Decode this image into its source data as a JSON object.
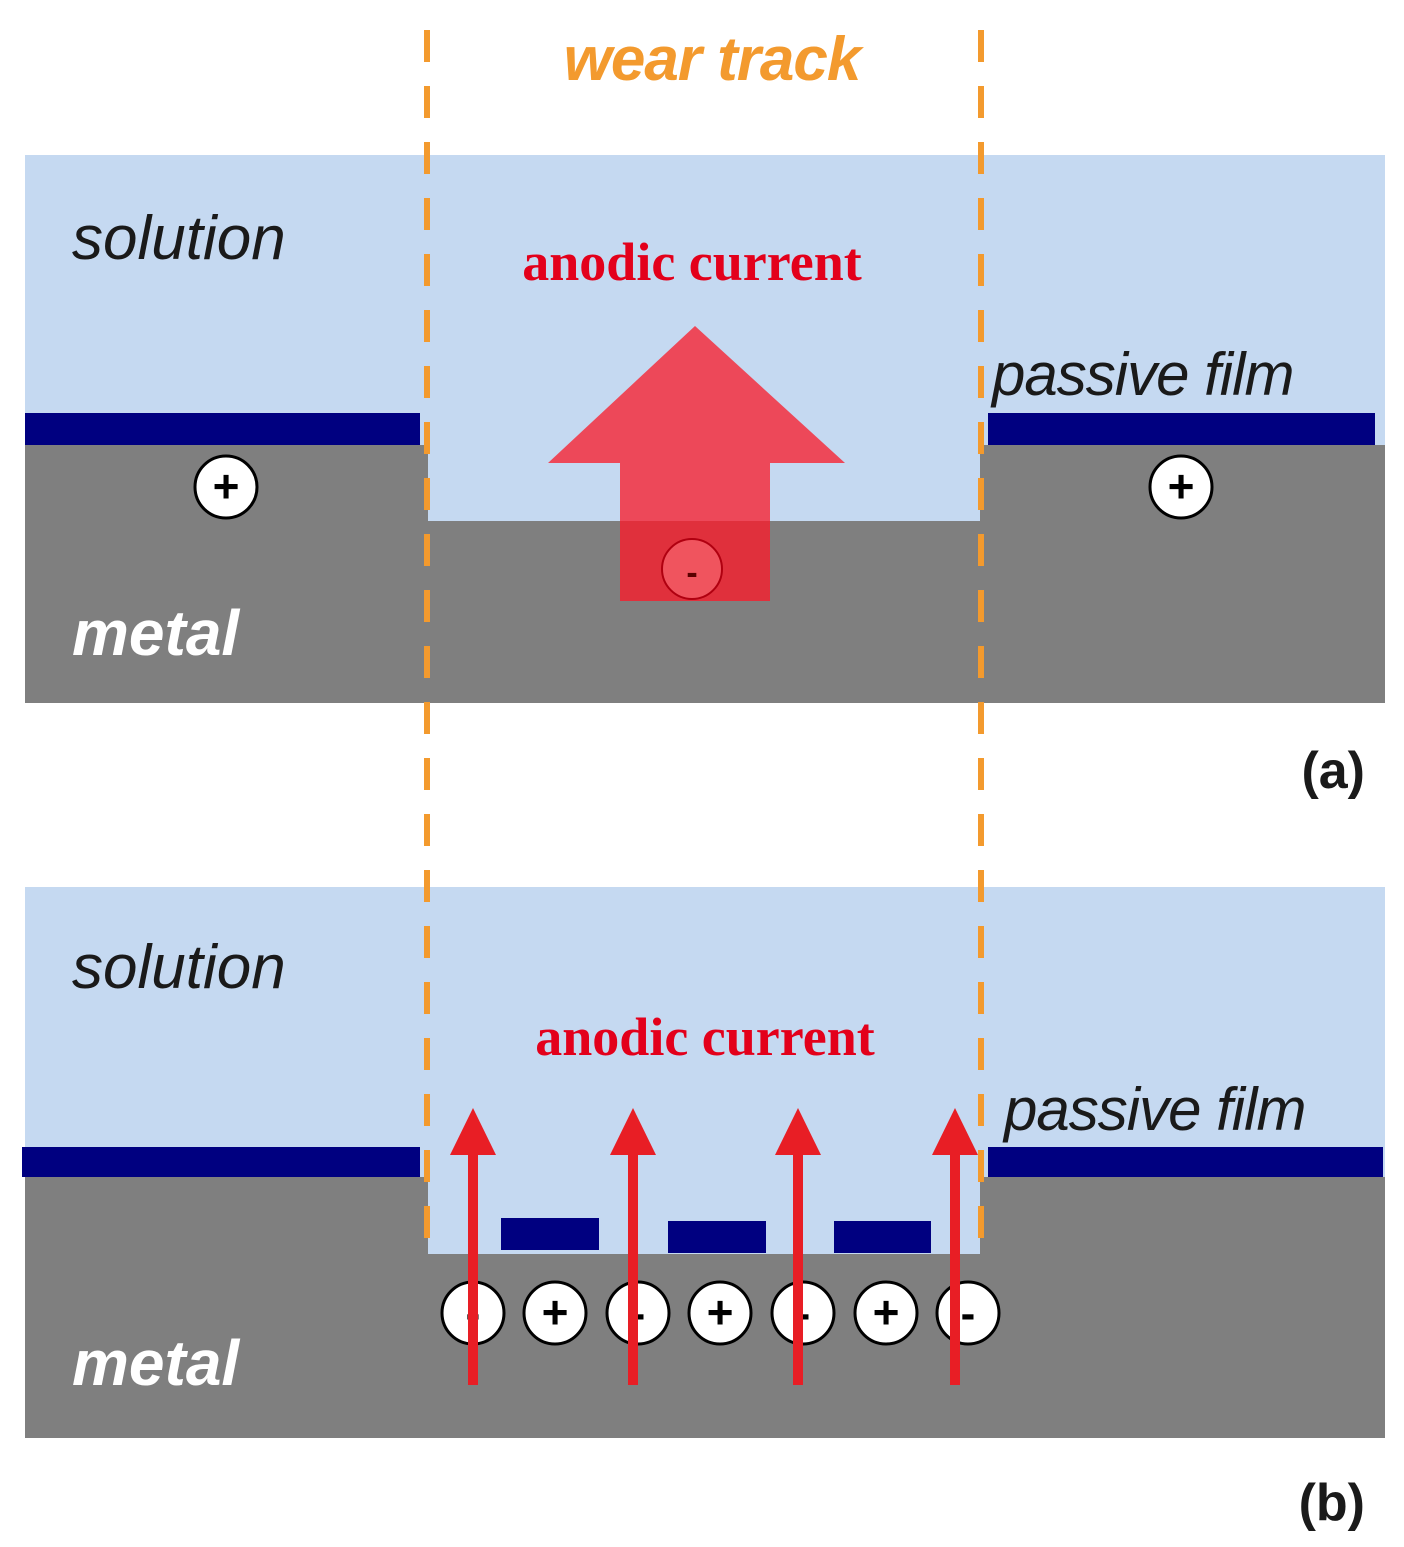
{
  "labels": {
    "wear_track": "wear track",
    "solution": "solution",
    "metal": "metal",
    "passive_film": "passive film",
    "anodic_current": "anodic current",
    "panel_a": "(a)",
    "panel_b": "(b)",
    "plus": "+",
    "minus": "-"
  },
  "colors": {
    "solution": "#c5d9f1",
    "metal": "#7f7f7f",
    "passive_film": "#000080",
    "wear_track_line": "#f39a2e",
    "wear_track_text": "#f39a2e",
    "anodic_text": "#e3001b",
    "arrow_big": "#ef4050",
    "arrow_big_overlap": "#e0303c",
    "arrow_thin": "#e81e25",
    "dark_text": "#1a1a1a",
    "white": "#ffffff"
  }
}
